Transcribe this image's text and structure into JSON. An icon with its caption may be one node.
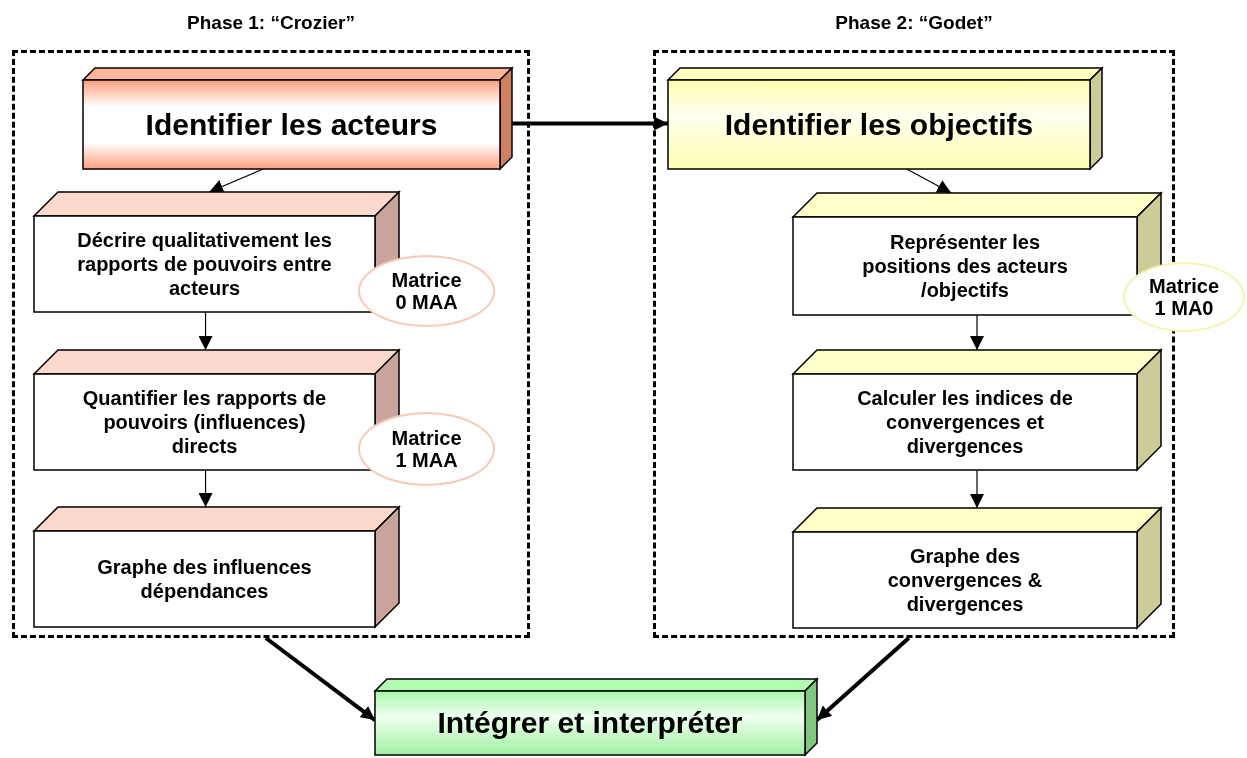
{
  "diagram": {
    "nodes": [
      {
        "text": [
          "Phase 1: “Crozier”"
        ]
      },
      {
        "text": [
          "Identifier les acteurs"
        ],
        "in": 0
      },
      {
        "text": [
          "Décrire qualitativement les rapports de pouvoirs entre  acteurs"
        ],
        "in": 0
      },
      {
        "text": [
          "Matrice 0 MAA"
        ],
        "in": 0
      },
      {
        "text": [
          "Quantifier les rapports de pouvoirs (influences) directs"
        ],
        "in": 0
      },
      {
        "text": [
          "Matrice 1 MAA"
        ],
        "in": 0
      },
      {
        "text": [
          "Graphe des influences dépendances"
        ],
        "in": 0
      },
      {
        "text": [
          "Phase 2: “Godet”"
        ]
      },
      {
        "text": [
          "Identifier les objectifs"
        ],
        "in": 7
      },
      {
        "text": [
          "Représenter les positions des acteurs /objectifs"
        ],
        "in": 7
      },
      {
        "text": [
          "Matrice 1 MA0"
        ]
      },
      {
        "text": [
          "Calculer les indices de convergences et divergences"
        ],
        "in": 7
      },
      {
        "text": [
          "Graphe  des convergences & divergences"
        ],
        "in": 7
      },
      {
        "text": [
          "Intégrer et interpréter"
        ]
      }
    ],
    "edges": [
      {
        "from": 1,
        "to": 8,
        "arrow": "to",
        "style": "thick"
      },
      {
        "from": 1,
        "to": 2,
        "arrow": "to"
      },
      {
        "from": 2,
        "to": 4,
        "arrow": "to"
      },
      {
        "from": 4,
        "to": 6,
        "arrow": "to"
      },
      {
        "from": 8,
        "to": 9,
        "arrow": "to"
      },
      {
        "from": 9,
        "to": 11,
        "arrow": "to"
      },
      {
        "from": 11,
        "to": 12,
        "arrow": "to"
      },
      {
        "from": 0,
        "to": 13,
        "arrow": "to",
        "style": "thick"
      },
      {
        "from": 7,
        "to": 13,
        "arrow": "to",
        "style": "thick"
      }
    ]
  }
}
